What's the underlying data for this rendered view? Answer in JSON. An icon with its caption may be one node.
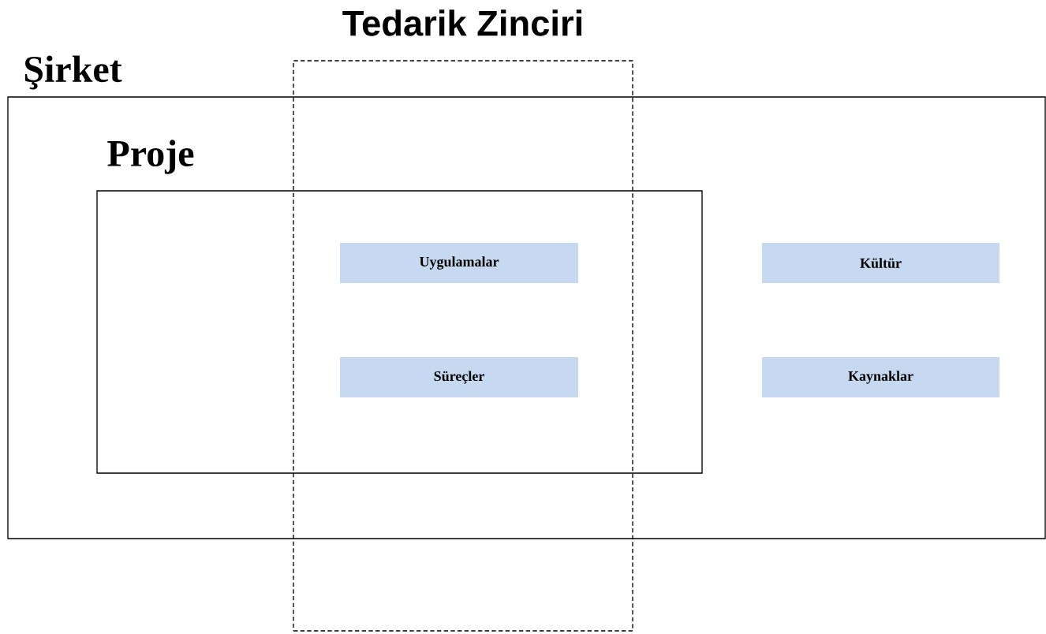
{
  "diagram": {
    "nodes": [
      {
        "text": [
          "Tedarik Zinciri"
        ]
      },
      {
        "text": [
          "Şirket"
        ]
      },
      {
        "text": [
          "Proje"
        ],
        "in": 1
      },
      {
        "text": [
          "Uygulamalar"
        ]
      },
      {
        "text": [
          "Kültür"
        ],
        "in": 1
      },
      {
        "text": [
          "Süreçler"
        ]
      },
      {
        "text": [
          "Kaynaklar"
        ],
        "in": 1
      }
    ]
  }
}
